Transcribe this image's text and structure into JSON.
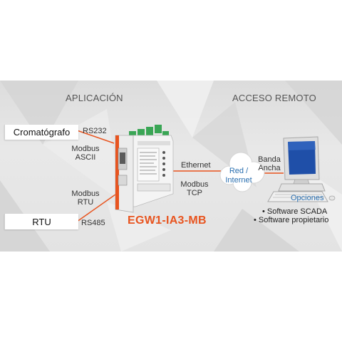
{
  "headers": {
    "application": "APLICACIÓN",
    "remote": "ACCESO REMOTO"
  },
  "devices": {
    "chromatograph": "Cromatógrafo",
    "rtu": "RTU"
  },
  "links": {
    "rs232": "RS232",
    "modbus_ascii_1": "Modbus",
    "modbus_ascii_2": "ASCII",
    "modbus_rtu_1": "Modbus",
    "modbus_rtu_2": "RTU",
    "rs485": "RS485",
    "ethernet": "Ethernet",
    "modbus_tcp_1": "Modbus",
    "modbus_tcp_2": "TCP",
    "broadband_1": "Banda",
    "broadband_2": "Ancha"
  },
  "network": {
    "line1": "Red /",
    "line2": "Internet"
  },
  "device_name": "EGW1-IA3-MB",
  "options": {
    "title": "Opciones",
    "items": [
      "• Software SCADA",
      "• Software propietario"
    ]
  },
  "colors": {
    "accent": "#e8541f",
    "link": "#2a6fb0",
    "device_green": "#3aa655"
  }
}
